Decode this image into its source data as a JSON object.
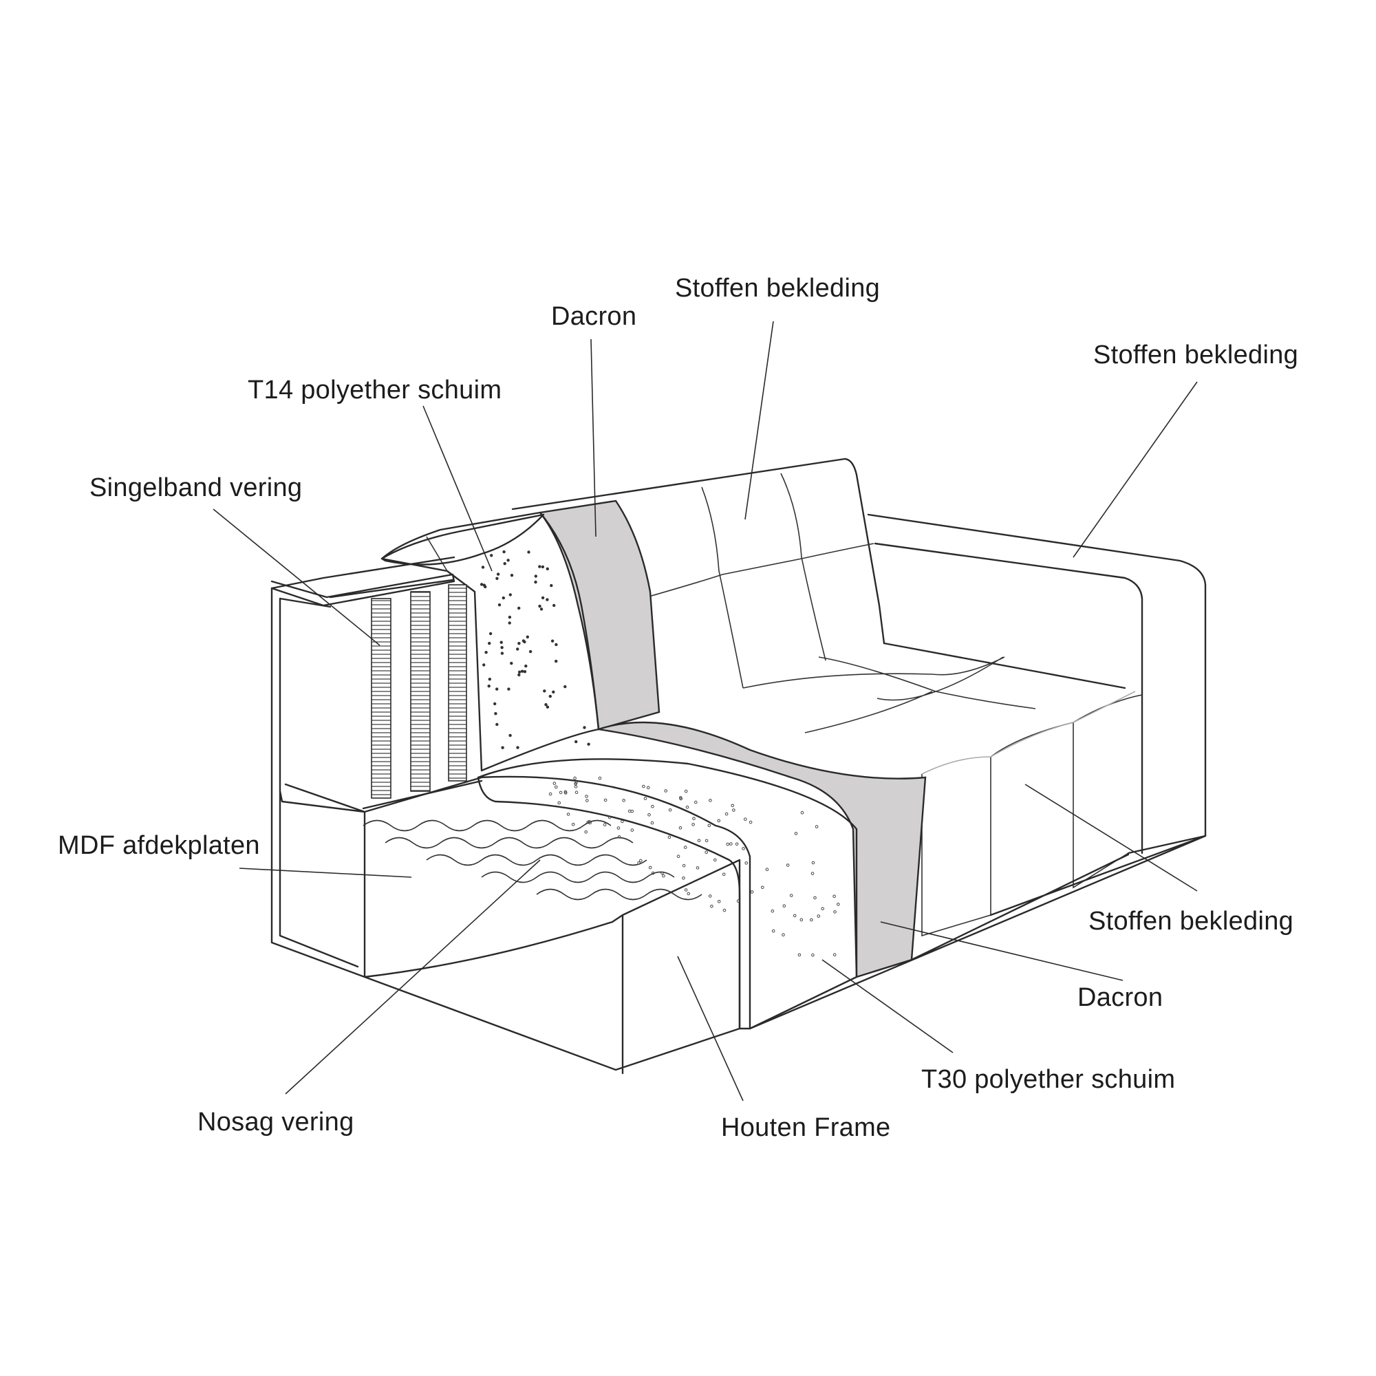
{
  "labels": {
    "dacron_top": "Dacron",
    "stoffen_top": "Stoffen bekleding",
    "stoffen_right_top": "Stoffen bekleding",
    "t14": "T14 polyether schuim",
    "singelband": "Singelband vering",
    "mdf": "MDF afdekplaten",
    "stoffen_right_bottom": "Stoffen bekleding",
    "dacron_bottom": "Dacron",
    "t30": "T30 polyether schuim",
    "nosag": "Nosag vering",
    "houten": "Houten Frame"
  },
  "colors": {
    "line": "#2a2a2a",
    "dacron_fill": "#d2d0d1",
    "background": "#ffffff"
  }
}
